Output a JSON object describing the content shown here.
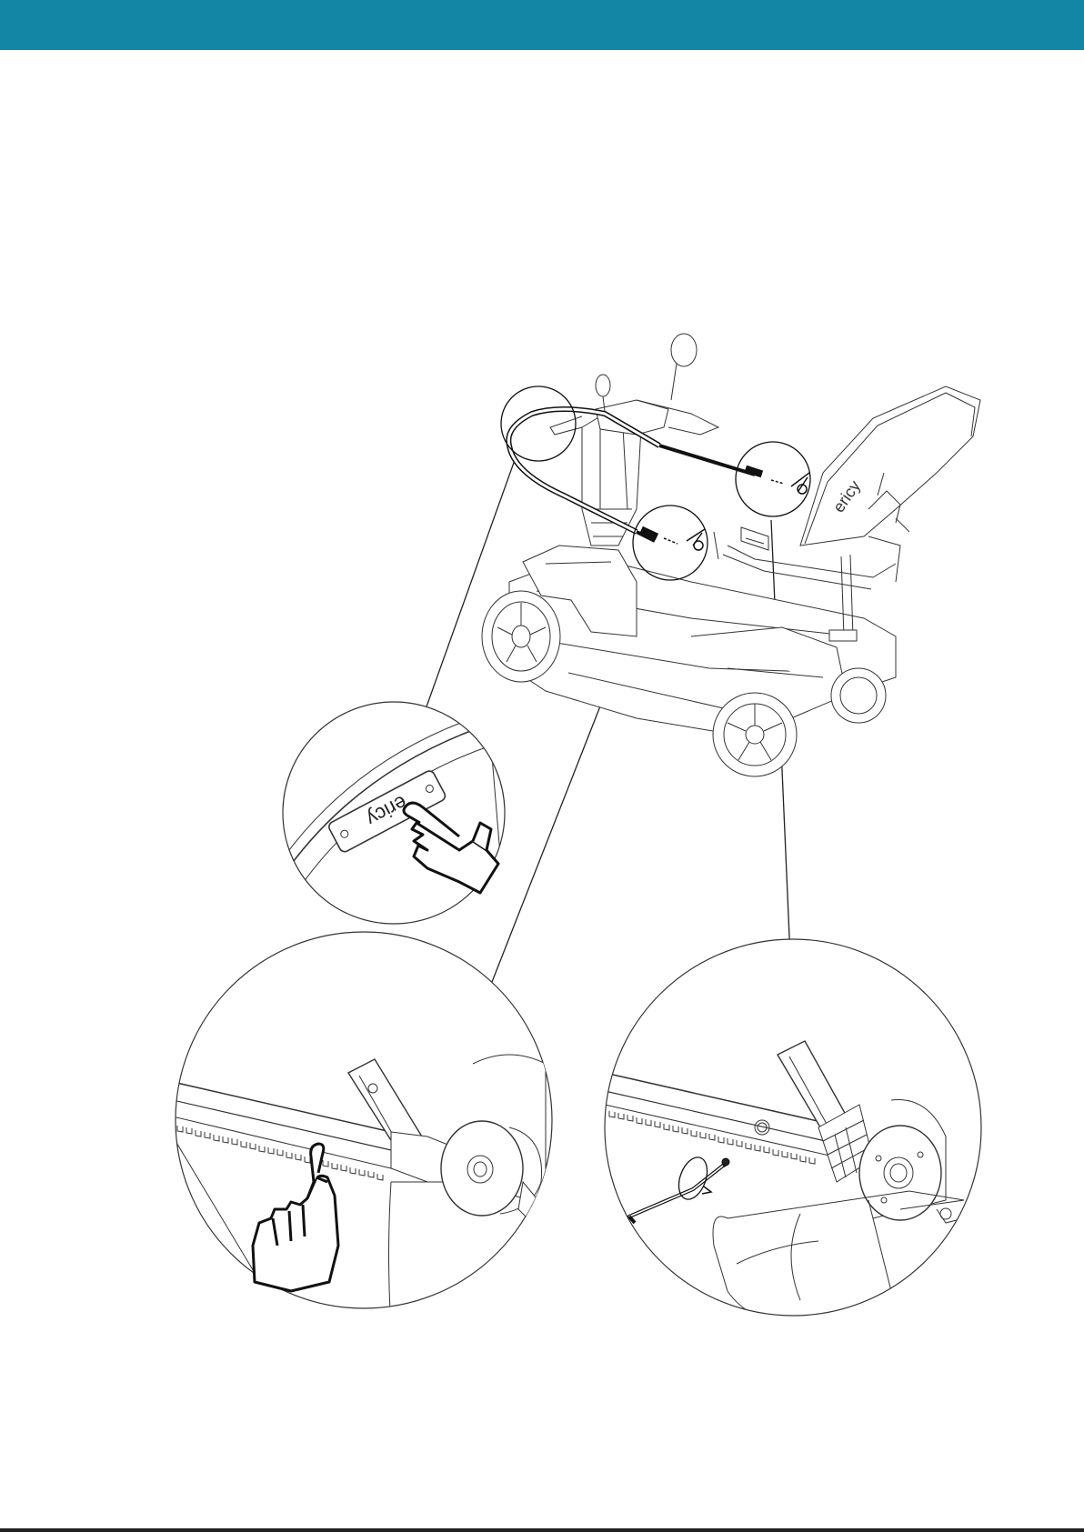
{
  "page": {
    "header_color": "#1286a4",
    "bottom_rule_color": "#222222"
  },
  "illustration": {
    "subject": "mobility-scooter",
    "badge_text": "ericy",
    "callouts": [
      {
        "id": "badge-detail",
        "icon": "pointing-hand-icon"
      },
      {
        "id": "rail-press-detail",
        "icon": "pointing-hand-icon"
      },
      {
        "id": "screw-tighten-detail",
        "icon": "allen-key-icon"
      }
    ]
  }
}
